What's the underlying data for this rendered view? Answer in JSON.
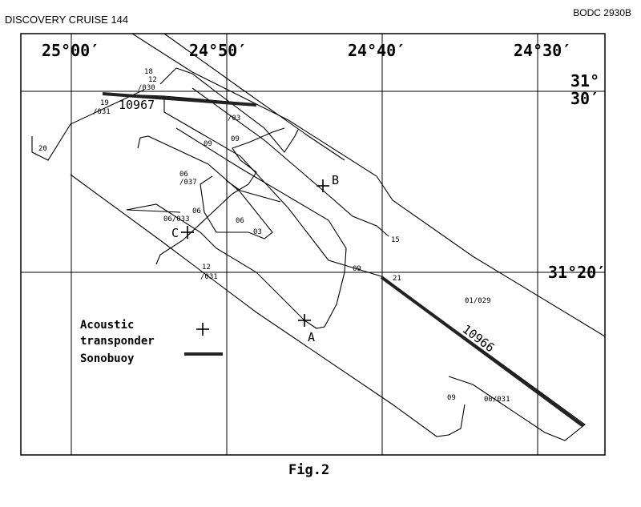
{
  "header": {
    "title": "DISCOVERY CRUISE 144",
    "reference": "BODC 2930B"
  },
  "longitudes": [
    "25°00′",
    "24°50′",
    "24°40′",
    "24°30′"
  ],
  "latitudes": [
    "31°",
    "30′",
    "31°20′"
  ],
  "tracks": [
    "10967",
    "10966"
  ],
  "stations": {
    "a": "A",
    "b": "B",
    "c": "C"
  },
  "time_labels": {
    "t18": "18",
    "t12": "12",
    "t030": "/030",
    "t19": "19",
    "t031a": "/031",
    "t20": "20",
    "t03a": "/03",
    "t09a": "09",
    "t09b": "09",
    "t06a": "06",
    "t037": "/037",
    "t06b": "06",
    "t06033": "06/033",
    "t06c": "06",
    "t03b": "03",
    "t15": "15",
    "t09c": "09",
    "t12b": "12",
    "t031b": "/031",
    "t21": "21",
    "t01029": "01/029",
    "t09d": "09",
    "t00031": "00/031"
  },
  "legend": {
    "transponder": "Acoustic transponder",
    "sonobuoy": "Sonobuoy"
  },
  "caption": "Fig.2"
}
